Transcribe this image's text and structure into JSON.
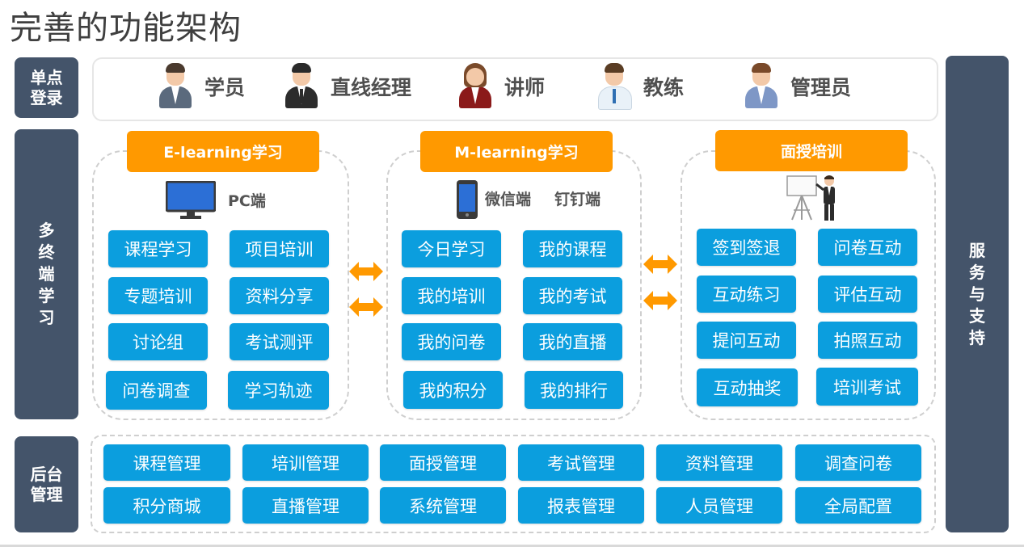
{
  "title": "完善的功能架构",
  "colors": {
    "sidebar": "#44546a",
    "accent_orange": "#ff9900",
    "button_blue": "#0b9ede",
    "text_gray": "#4f4f4f"
  },
  "left_labels": {
    "sso": "单点登录",
    "multi": "多终端学习",
    "backend": "后台管理"
  },
  "right_label": "服务与支持",
  "roles": [
    {
      "label": "学员",
      "icon": "student-avatar-icon"
    },
    {
      "label": "直线经理",
      "icon": "manager-avatar-icon"
    },
    {
      "label": "讲师",
      "icon": "lecturer-avatar-icon"
    },
    {
      "label": "教练",
      "icon": "coach-avatar-icon"
    },
    {
      "label": "管理员",
      "icon": "admin-avatar-icon"
    }
  ],
  "elearning": {
    "header": "E-learning学习",
    "platform": "PC端",
    "icon": "monitor-icon",
    "items": [
      "课程学习",
      "项目培训",
      "专题培训",
      "资料分享",
      "讨论组",
      "考试测评",
      "问卷调查",
      "学习轨迹"
    ]
  },
  "mlearning": {
    "header": "M-learning学习",
    "platforms": [
      "微信端",
      "钉钉端"
    ],
    "icon": "phone-icon",
    "items": [
      "今日学习",
      "我的课程",
      "我的培训",
      "我的考试",
      "我的问卷",
      "我的直播",
      "我的积分",
      "我的排行"
    ]
  },
  "training": {
    "header": "面授培训",
    "icon": "presenter-icon",
    "items": [
      "签到签退",
      "问卷互动",
      "互动练习",
      "评估互动",
      "提问互动",
      "拍照互动",
      "互动抽奖",
      "培训考试"
    ]
  },
  "backend": {
    "items": [
      "课程管理",
      "培训管理",
      "面授管理",
      "考试管理",
      "资料管理",
      "调查问卷",
      "积分商城",
      "直播管理",
      "系统管理",
      "报表管理",
      "人员管理",
      "全局配置"
    ]
  }
}
